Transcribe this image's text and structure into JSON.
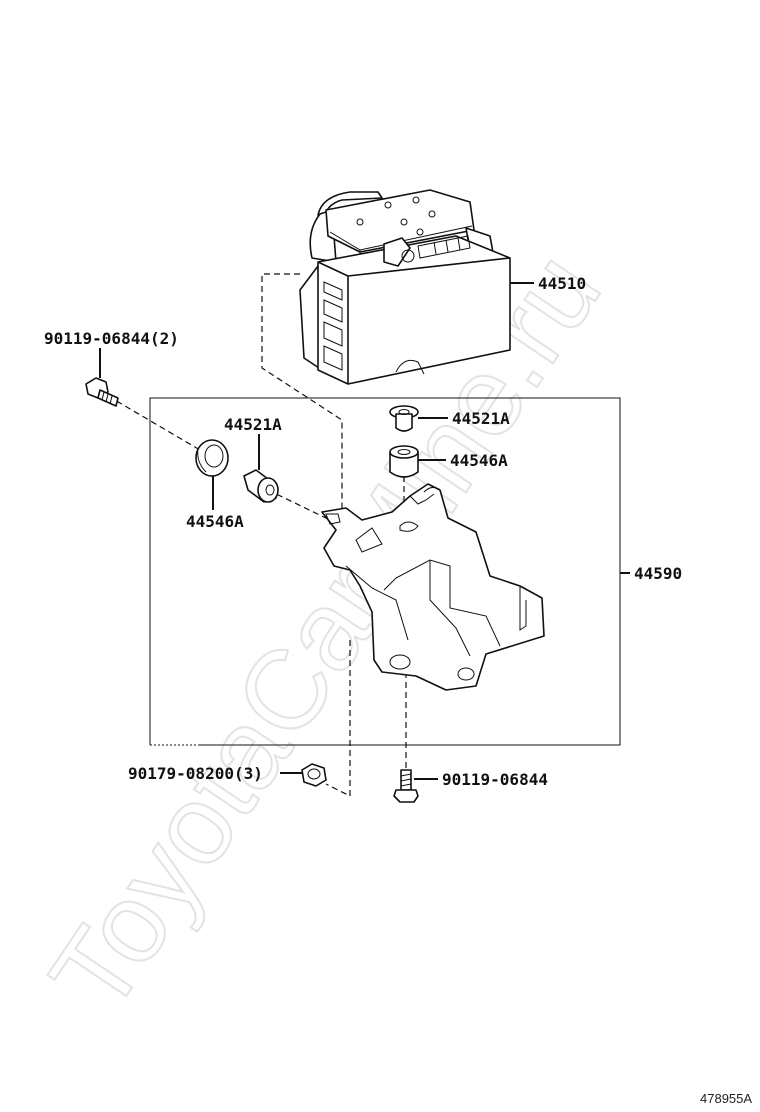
{
  "diagram": {
    "watermark": "ToyotaCarMine.ru",
    "figure_code": "478955A",
    "labels": {
      "abs_actuator": "44510",
      "bracket": "44590",
      "bolt_left": "90119-06844(2)",
      "bolt_bottom": "90119-06844",
      "nut": "90179-08200(3)",
      "collar_right": "44521A",
      "collar_left": "44521A",
      "cushion_right": "44546A",
      "cushion_left": "44546A"
    }
  }
}
